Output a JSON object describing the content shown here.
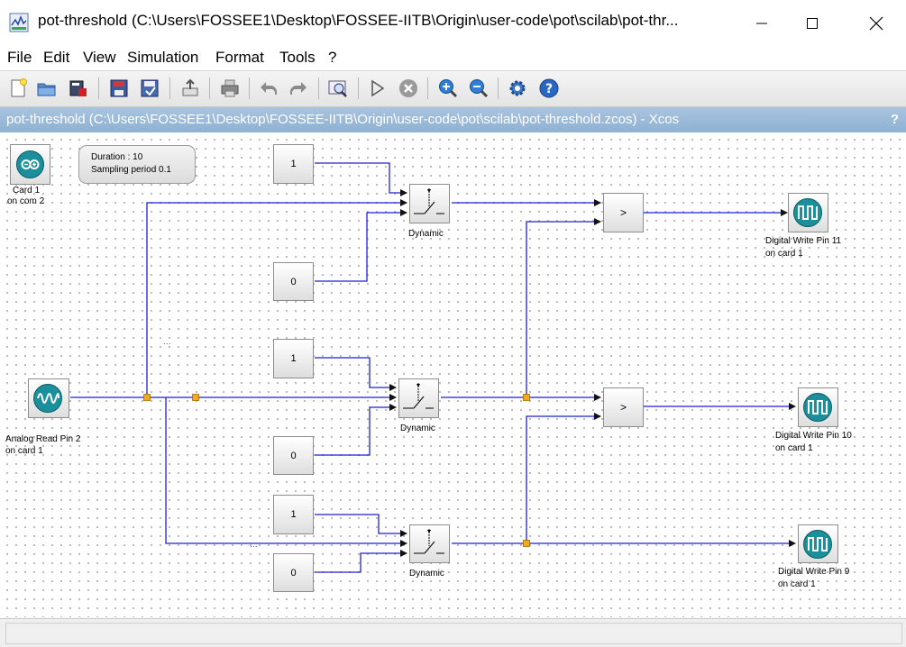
{
  "window": {
    "title": "pot-threshold (C:\\Users\\FOSSEE1\\Desktop\\FOSSEE-IITB\\Origin\\user-code\\pot\\scilab\\pot-thr..."
  },
  "menu": {
    "items": [
      "File",
      "Edit",
      "View",
      "Simulation",
      "Format",
      "Tools",
      "?"
    ]
  },
  "toolbar": {
    "icons": [
      "new-diagram-icon",
      "open-icon",
      "open-in-scilab-icon",
      "save-icon",
      "save-as-icon",
      "export-icon",
      "print-icon",
      "undo-icon",
      "redo-icon",
      "fit-diagram-icon",
      "start-icon",
      "stop-icon",
      "zoom-in-icon",
      "zoom-out-icon",
      "setup-icon",
      "help-icon"
    ]
  },
  "document": {
    "title": "pot-threshold (C:\\Users\\FOSSEE1\\Desktop\\FOSSEE-IITB\\Origin\\user-code\\pot\\scilab\\pot-threshold.zcos) - Xcos",
    "help": "?"
  },
  "blocks": {
    "card": {
      "line1": "Card 1",
      "line2": "on com 2"
    },
    "info": {
      "line1": "Duration : 10",
      "line2": "Sampling period 0.1"
    },
    "analog_read": {
      "line1": "Analog Read Pin 2",
      "line2": "on card 1"
    },
    "constants": [
      "1",
      "0",
      "1",
      "0",
      "1",
      "0"
    ],
    "switch_label": "Dynamic",
    "relational_op": ">",
    "dw11": {
      "line1": "Digital Write Pin 11",
      "line2": "on card 1"
    },
    "dw10": {
      "line1": "Digital Write Pin 10",
      "line2": "on card 1"
    },
    "dw9": {
      "line1": "Digital Write Pin 9",
      "line2": "on card 1"
    }
  },
  "colors": {
    "link": "#1f1fd6",
    "split": "#f0a020",
    "teal": "#1b8f9b",
    "docbar": "#9bbbd9"
  }
}
